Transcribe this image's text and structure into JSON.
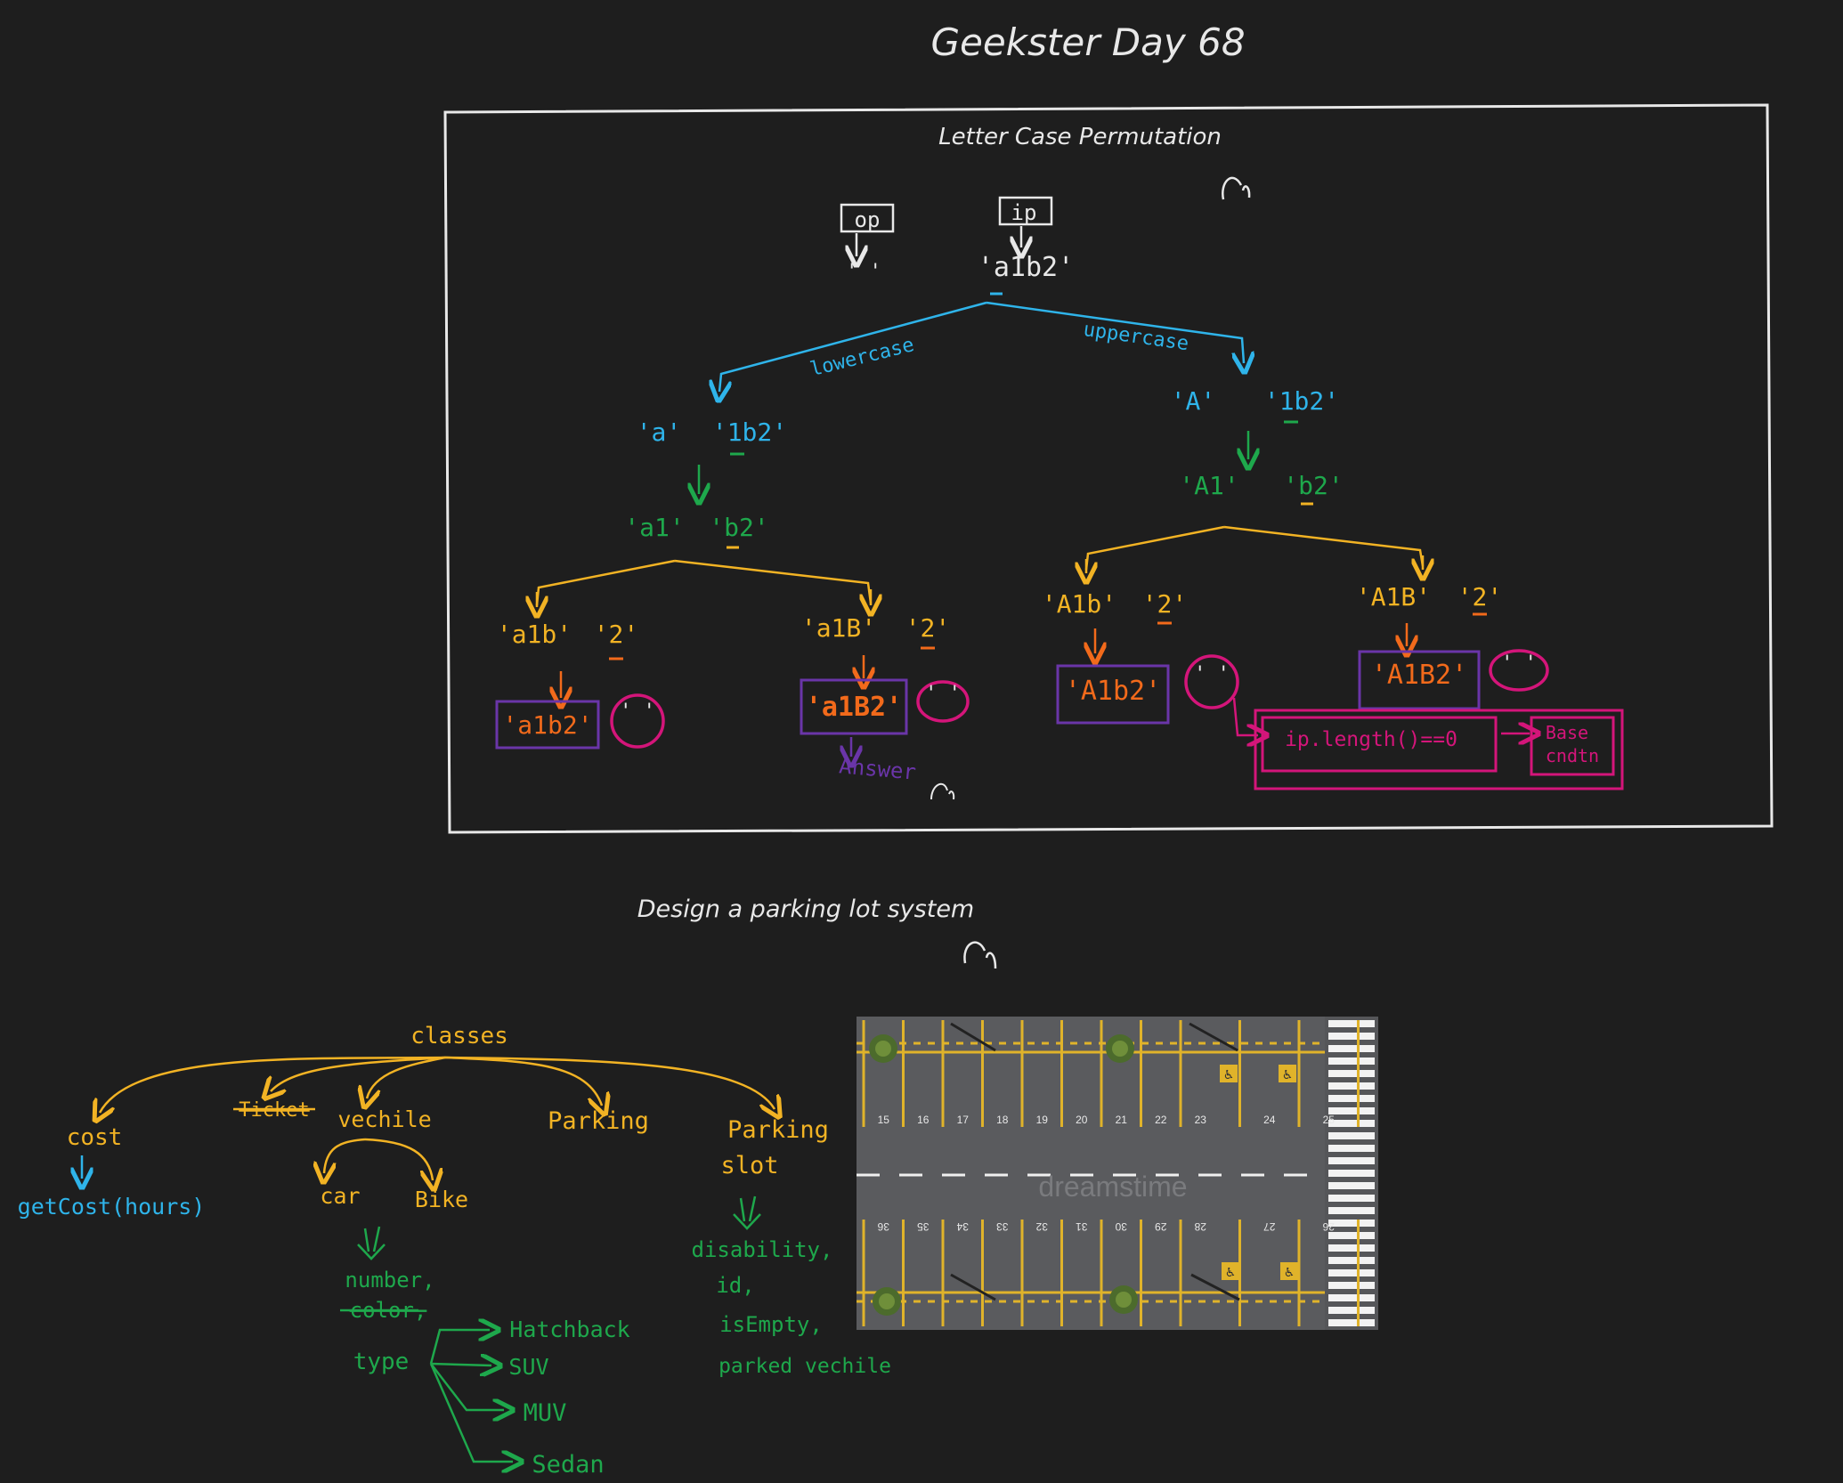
{
  "title": "Geekster Day 68",
  "section1": {
    "heading": "Letter Case Permutation",
    "op_label": "op",
    "ip_label": "ip",
    "op_value": "' '",
    "root": "'a1b2'",
    "edge_left": "lowercase",
    "edge_right": "uppercase",
    "l1_left_a": "'a'",
    "l1_left_b": "'1b2'",
    "l1_right_a": "'A'",
    "l1_right_b": "'1b2'",
    "l2_left_a": "'a1'",
    "l2_left_b": "'b2'",
    "l2_right_a": "'A1'",
    "l2_right_b": "'b2'",
    "l3_1a": "'a1b'",
    "l3_1b": "'2'",
    "l3_2a": "'a1B'",
    "l3_2b": "'2'",
    "l3_3a": "'A1b'",
    "l3_3b": "'2'",
    "l3_4a": "'A1B'",
    "l3_4b": "'2'",
    "leaf1": "'a1b2'",
    "leaf2": "'a1B2'",
    "leaf3": "'A1b2'",
    "leaf4": "'A1B2'",
    "answer": "Answer",
    "base_condition": "ip.length()==0",
    "base_label": "Base\ncndtn"
  },
  "section2": {
    "heading": "Design a parking lot system",
    "classes": "classes",
    "cost": "cost",
    "get_cost": "getCost(hours)",
    "ticket": "Ticket",
    "vehicle": "vechile",
    "parking": "Parking",
    "parking_slot_1": "Parking",
    "parking_slot_2": "slot",
    "car": "car",
    "bike": "Bike",
    "vehicle_attrs": [
      "number,",
      "color,"
    ],
    "type": "type",
    "types": [
      "Hatchback",
      "SUV",
      "MUV",
      "Sedan"
    ],
    "slot_attrs": [
      "disability,",
      "id,",
      "isEmpty,",
      "parked vechile"
    ]
  },
  "parking_image": {
    "top_row_numbers": [
      "15",
      "16",
      "17",
      "18",
      "19",
      "20",
      "21",
      "22",
      "23",
      "24",
      "25"
    ],
    "bottom_row_numbers": [
      "36",
      "35",
      "34",
      "33",
      "32",
      "31",
      "30",
      "29",
      "28",
      "27",
      "26"
    ],
    "watermark": "dreamstime"
  },
  "colors": {
    "background": "#1e1e1e",
    "white": "#e8e8e8",
    "blue": "#2fb4ea",
    "green": "#1ea84c",
    "yellow": "#f2b324",
    "orange": "#f26a1b",
    "purple": "#6a35a8",
    "magenta": "#d4157a"
  }
}
